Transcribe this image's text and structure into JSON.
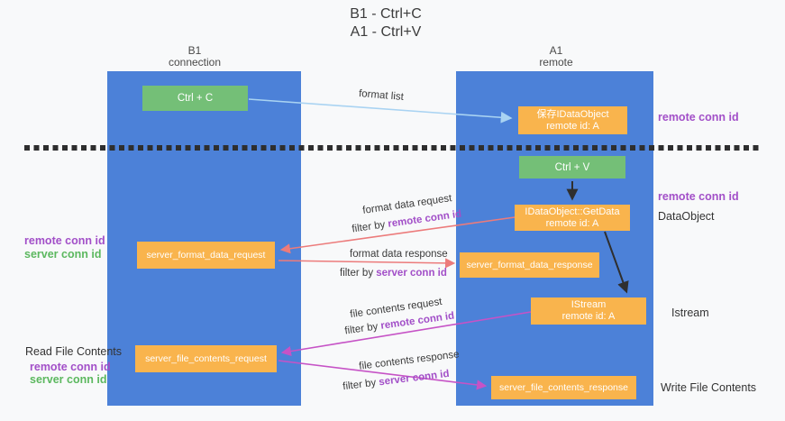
{
  "title": {
    "line1": "B1 - Ctrl+C",
    "line2": "A1 - Ctrl+V"
  },
  "columns": {
    "left": {
      "name": "B1",
      "role": "connection"
    },
    "right": {
      "name": "A1",
      "role": "remote"
    }
  },
  "nodes": {
    "ctrl_c": {
      "label": "Ctrl + C"
    },
    "ctrl_v": {
      "label": "Ctrl + V"
    },
    "save_dataobject": {
      "line1": "保存IDataObject",
      "line2": "remote id: A"
    },
    "getdata": {
      "line1": "IDataObject::GetData",
      "line2": "remote id: A"
    },
    "istream": {
      "line1": "IStream",
      "line2": "remote id: A"
    },
    "server_format_data_request": {
      "label": "server_format_data_request"
    },
    "server_format_data_response": {
      "label": "server_format_data_response"
    },
    "server_file_contents_request": {
      "label": "server_file_contents_request"
    },
    "server_file_contents_response": {
      "label": "server_file_contents_response"
    }
  },
  "flows": {
    "format_list": {
      "label": "format list"
    },
    "format_data_request": {
      "label": "format data request",
      "filter_prefix": "filter by ",
      "filter_id": "remote conn id"
    },
    "format_data_response": {
      "label": "format data response",
      "filter_prefix": "filter by ",
      "filter_id": "server conn id"
    },
    "file_contents_request": {
      "label": "file contents request",
      "filter_prefix": "filter by ",
      "filter_id": "remote conn id"
    },
    "file_contents_response": {
      "label": "file contents response",
      "filter_prefix": "filter by ",
      "filter_id": "server conn id"
    }
  },
  "annotations": {
    "right": {
      "remote_conn_id_top": "remote conn id",
      "remote_conn_id_mid": "remote conn id",
      "dataobject": "DataObject",
      "istream": "Istream",
      "write_file_contents": "Write File Contents"
    },
    "left": {
      "remote_conn_id_mid": "remote conn id",
      "server_conn_id_mid": "server conn id",
      "read_file_contents": "Read File Contents",
      "remote_conn_id_bottom": "remote conn id",
      "server_conn_id_bottom": "server conn id"
    }
  },
  "colors": {
    "column_blue": "#4c81d8",
    "node_green": "#74bf77",
    "node_orange": "#f9b44d",
    "label_purple": "#a24fc8",
    "label_green": "#5cb85f",
    "arrow_salmon": "#ec7b7b",
    "arrow_magenta": "#c653c6",
    "arrow_lightblue": "#a9d3f2",
    "arrow_black": "#2f2f2f"
  }
}
